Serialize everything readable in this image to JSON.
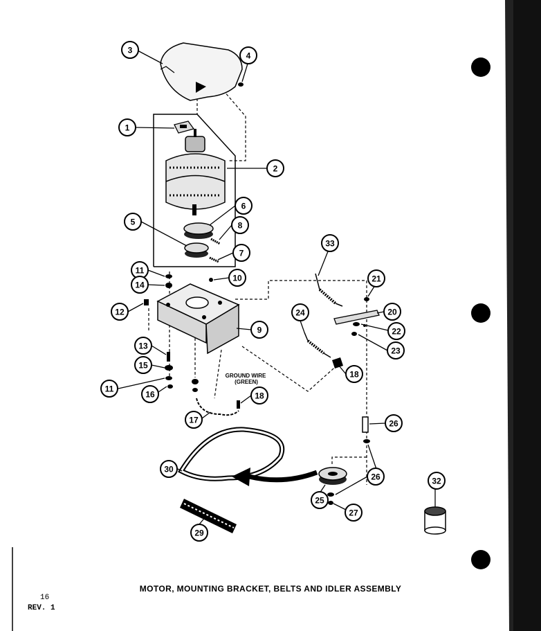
{
  "caption": "MOTOR, MOUNTING BRACKET, BELTS AND IDLER ASSEMBLY",
  "page_number": "16",
  "revision": "REV. 1",
  "ground_wire_line1": "GROUND WIRE",
  "ground_wire_line2": "(GREEN)",
  "callouts": {
    "c1": "1",
    "c2": "2",
    "c3": "3",
    "c4": "4",
    "c5": "5",
    "c6": "6",
    "c7": "7",
    "c8": "8",
    "c9": "9",
    "c10": "10",
    "c11a": "11",
    "c11b": "11",
    "c12": "12",
    "c13": "13",
    "c14": "14",
    "c15": "15",
    "c16": "16",
    "c17": "17",
    "c18a": "18",
    "c18b": "18",
    "c20": "20",
    "c21": "21",
    "c22": "22",
    "c23": "23",
    "c24": "24",
    "c25": "25",
    "c26a": "26",
    "c26b": "26",
    "c27": "27",
    "c29": "29",
    "c30": "30",
    "c32": "32",
    "c33": "33"
  }
}
